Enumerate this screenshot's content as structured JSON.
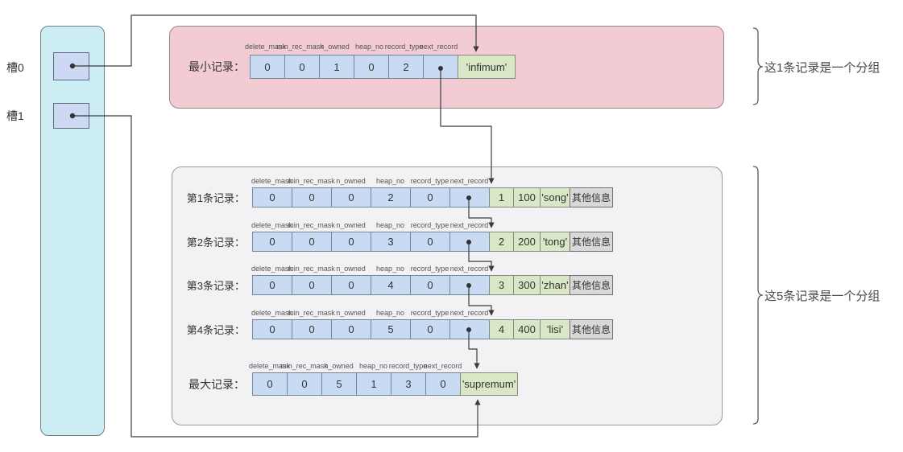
{
  "slots": [
    {
      "label": "槽0"
    },
    {
      "label": "槽1"
    }
  ],
  "field_headers": [
    "delete_mask",
    "min_rec_mask",
    "n_owned",
    "heap_no",
    "record_type",
    "next_record"
  ],
  "infimum": {
    "label": "最小记录：",
    "cells": [
      "0",
      "0",
      "1",
      "0",
      "2",
      ""
    ],
    "value": "'infimum'"
  },
  "records": [
    {
      "label": "第1条记录：",
      "cells": [
        "0",
        "0",
        "0",
        "2",
        "0",
        ""
      ],
      "extras": [
        "1",
        "100",
        "'song'"
      ],
      "other": "其他信息"
    },
    {
      "label": "第2条记录：",
      "cells": [
        "0",
        "0",
        "0",
        "3",
        "0",
        ""
      ],
      "extras": [
        "2",
        "200",
        "'tong'"
      ],
      "other": "其他信息"
    },
    {
      "label": "第3条记录：",
      "cells": [
        "0",
        "0",
        "0",
        "4",
        "0",
        ""
      ],
      "extras": [
        "3",
        "300",
        "'zhan'"
      ],
      "other": "其他信息"
    },
    {
      "label": "第4条记录：",
      "cells": [
        "0",
        "0",
        "0",
        "5",
        "0",
        ""
      ],
      "extras": [
        "4",
        "400",
        "'lisi'"
      ],
      "other": "其他信息"
    }
  ],
  "supremum": {
    "label": "最大记录：",
    "cells": [
      "0",
      "0",
      "5",
      "1",
      "3",
      "0"
    ],
    "value": "'supremum'"
  },
  "annotations": [
    {
      "text": "这1条记录是一个分组"
    },
    {
      "text": "这5条记录是一个分组"
    }
  ],
  "colors": {
    "page_fill": "#cdedf5",
    "slot_fill": "#cdd9f4",
    "field_cell_fill": "#c8dbf3",
    "data_cell_fill": "#d9e7c6",
    "other_cell_fill": "#d8d8d8",
    "infimum_group_fill": "#f2ccd2",
    "records_group_fill": "#f2f2f4",
    "connector": "#3c3c3c"
  }
}
